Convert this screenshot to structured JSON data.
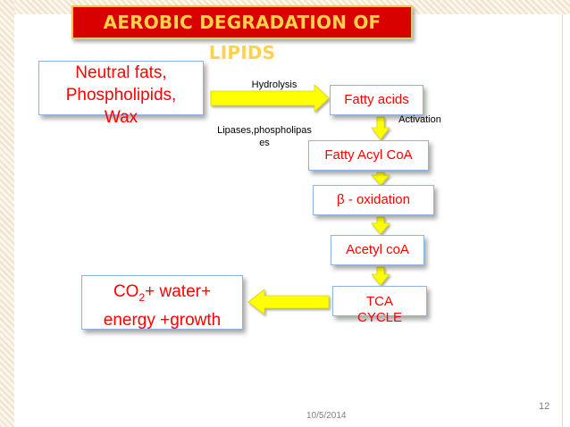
{
  "slide": {
    "title": "AEROBIC DEGRADATION OF LIPIDS",
    "date": "10/5/2014",
    "page_number": "12"
  },
  "nodes": {
    "neutral_line1": "Neutral fats,",
    "neutral_line2": "Phospholipids,",
    "neutral_line3": "Wax",
    "fatty_acids": "Fatty acids",
    "fatty_acyl_coa": "Fatty Acyl CoA",
    "beta_oxidation": "β - oxidation",
    "acetyl_coa": "Acetyl coA",
    "tca_line1": "TCA",
    "tca_line2": "CYCLE",
    "co2_prefix": "CO",
    "co2_sub": "2",
    "co2_rest": "+ water+",
    "co2_line2": "energy +growth"
  },
  "labels": {
    "hydrolysis": "Hydrolysis",
    "lipases_line1": "Lipases,phospholipas",
    "lipases_line2": "es",
    "activation": "Activation"
  },
  "colors": {
    "title_bg": "#d90000",
    "title_text": "#ffd24a",
    "node_text": "#ff0000",
    "node_border": "#8fb3de",
    "arrow": "#ffff00"
  }
}
